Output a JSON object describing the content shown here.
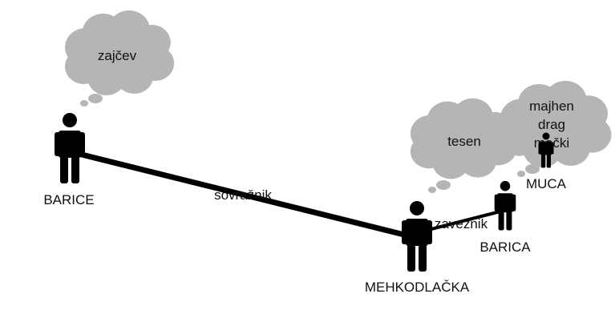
{
  "people": [
    {
      "id": "barice",
      "label": "BARICE",
      "size": "large"
    },
    {
      "id": "mehkodlacka",
      "label": "MEHKODLAČKA",
      "size": "large"
    },
    {
      "id": "barica",
      "label": "BARICA",
      "size": "small"
    },
    {
      "id": "muca",
      "label": "MUCA",
      "size": "small"
    }
  ],
  "relations": [
    {
      "from": "barice",
      "to": "mehkodlacka",
      "label": "sovražnik"
    },
    {
      "from": "mehkodlacka",
      "to": "barica",
      "label": "zaveznik"
    }
  ],
  "thoughts": [
    {
      "of": "barice",
      "lines": [
        "zajčev"
      ]
    },
    {
      "of": "mehkodlacka",
      "lines": [
        "tesen"
      ]
    },
    {
      "of": "barica",
      "lines": [
        "majhen",
        "drag",
        "mački"
      ]
    }
  ],
  "colors": {
    "figure": "#000000",
    "cloud": "#b5b5b5",
    "text": "#111111"
  }
}
